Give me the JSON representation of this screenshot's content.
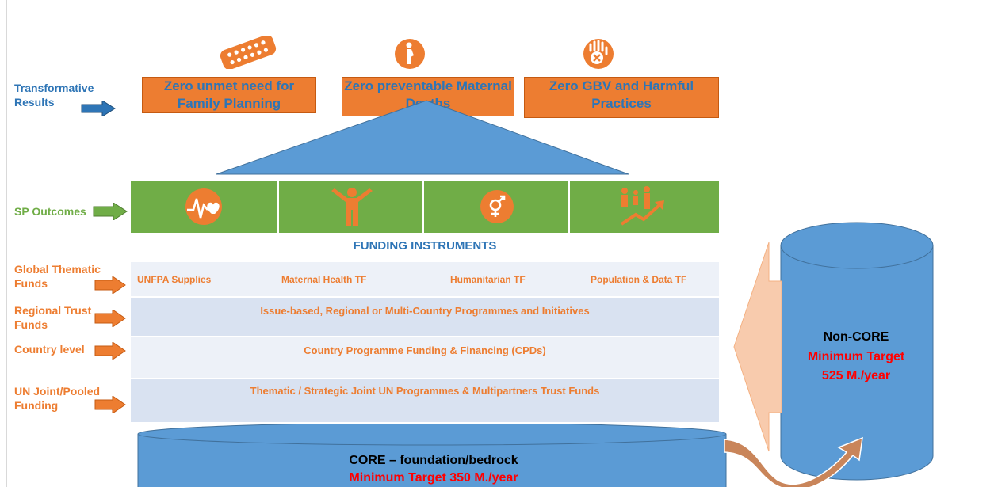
{
  "left_labels": {
    "transformative": "Transformative\nResults",
    "sp_outcomes": "SP Outcomes",
    "global_thematic": "Global Thematic\nFunds",
    "regional_trust": "Regional Trust\nFunds",
    "country_level": "Country level",
    "un_joint": "UN Joint/Pooled\nFunding"
  },
  "results": [
    {
      "label": "Zero unmet need for Family Planning",
      "icon": "contraceptive-pill-pack-icon"
    },
    {
      "label": "Zero preventable Maternal Deaths",
      "icon": "pregnant-woman-icon"
    },
    {
      "label": "Zero GBV and Harmful Practices",
      "icon": "stop-violence-hand-icon"
    }
  ],
  "outcome_icons": [
    "heart-pulse-icon",
    "youth-person-icon",
    "gender-equality-icon",
    "population-growth-icon"
  ],
  "funding": {
    "title": "FUNDING INSTRUMENTS",
    "global_funds": [
      "UNFPA Supplies",
      "Maternal Health TF",
      "Humanitarian TF",
      "Population & Data TF"
    ],
    "regional": "Issue-based, Regional or Multi-Country Programmes and Initiatives",
    "country": "Country Programme Funding & Financing (CPDs)",
    "un_joint": "Thematic / Strategic Joint UN Programmes & Multipartners Trust Funds"
  },
  "core": {
    "title": "CORE –  foundation/bedrock",
    "target": "Minimum Target 350 M./year"
  },
  "noncore": {
    "title": "Non-CORE",
    "target_label": "Minimum Target",
    "target_value": "525 M./year"
  },
  "colors": {
    "orange": "#ed7d31",
    "blue": "#2e75b6",
    "green": "#70ad47",
    "cylinder": "#5b9bd5",
    "red": "#ff0000"
  }
}
